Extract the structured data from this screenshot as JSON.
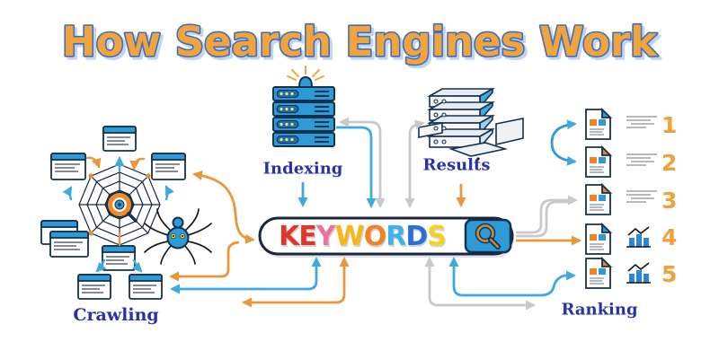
{
  "title": "How Search Engines Work",
  "sections": {
    "crawling": {
      "label": "Crawling"
    },
    "indexing": {
      "label": "Indexing"
    },
    "results": {
      "label": "Results"
    },
    "ranking": {
      "label": "Ranking"
    }
  },
  "search": {
    "query": "KEYWORDS",
    "button_icon": "magnifier-icon",
    "letters": [
      {
        "char": "K",
        "color": "#E23528"
      },
      {
        "char": "E",
        "color": "#E23528"
      },
      {
        "char": "Y",
        "color": "#F0709E"
      },
      {
        "char": "W",
        "color": "#F6B819"
      },
      {
        "char": "O",
        "color": "#F08326"
      },
      {
        "char": "R",
        "color": "#41B1E6"
      },
      {
        "char": "D",
        "color": "#2B6FD4"
      },
      {
        "char": "S",
        "color": "#F5D21F"
      }
    ]
  },
  "ranking": {
    "items": [
      {
        "rank": "1",
        "result_icon": "text-lines-icon"
      },
      {
        "rank": "2",
        "result_icon": "text-lines-icon"
      },
      {
        "rank": "3",
        "result_icon": "text-lines-icon"
      },
      {
        "rank": "4",
        "result_icon": "bar-chart-icon"
      },
      {
        "rank": "5",
        "result_icon": "bar-chart-icon"
      }
    ]
  },
  "colors": {
    "title_fill": "#F2A43C",
    "title_outline": "#3D6EC0",
    "label_indigo": "#2B31A8",
    "arrow_blue": "#3FA9E0",
    "arrow_orange": "#E8973A",
    "arrow_grey": "#C9C9C9",
    "server_blue": "#2E9BD6",
    "outline_navy": "#14304f",
    "rank_number": "#EFA23B",
    "accent_orange": "#F08A24"
  }
}
